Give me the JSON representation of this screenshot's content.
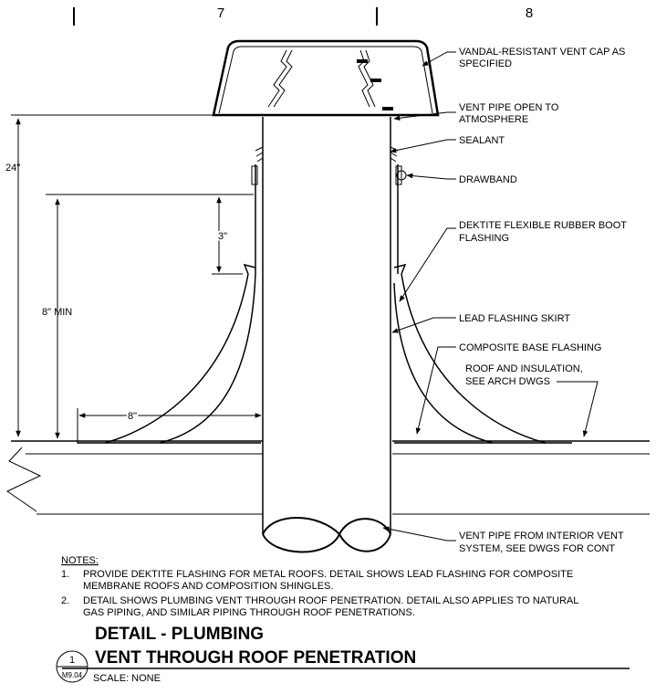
{
  "grid_markers": [
    "7",
    "8"
  ],
  "labels": {
    "vent_cap": [
      "VANDAL-RESISTANT VENT CAP AS",
      "SPECIFIED"
    ],
    "vent_pipe_open": [
      "VENT PIPE OPEN TO",
      "ATMOSPHERE"
    ],
    "sealant": [
      "SEALANT"
    ],
    "drawband": [
      "DRAWBAND"
    ],
    "rubber_boot": [
      "DEKTITE FLEXIBLE RUBBER BOOT",
      "FLASHING"
    ],
    "lead_skirt": [
      "LEAD FLASHING SKIRT"
    ],
    "base_flashing": [
      "COMPOSITE BASE FLASHING"
    ],
    "roof_insulation": [
      "ROOF AND INSULATION,",
      "SEE ARCH DWGS"
    ],
    "vent_from_interior": [
      "VENT PIPE FROM INTERIOR VENT",
      "SYSTEM, SEE DWGS FOR CONT"
    ]
  },
  "dimensions": {
    "overall": "24\"",
    "min_height": "8\" MIN",
    "band": "3\"",
    "skirt_width": "8\""
  },
  "notes": {
    "heading": "NOTES:",
    "items": [
      {
        "num": "1.",
        "lines": [
          "PROVIDE DEKTITE FLASHING FOR METAL ROOFS. DETAIL SHOWS LEAD FLASHING FOR COMPOSITE",
          "MEMBRANE ROOFS AND COMPOSITION SHINGLES."
        ]
      },
      {
        "num": "2.",
        "lines": [
          "DETAIL SHOWS PLUMBING VENT THROUGH ROOF PENETRATION. DETAIL ALSO APPLIES TO NATURAL",
          "GAS PIPING, AND SIMILAR PIPING THROUGH ROOF PENETRATIONS."
        ]
      }
    ]
  },
  "title_block": {
    "line1": "DETAIL - PLUMBING",
    "line2": "VENT THROUGH ROOF PENETRATION",
    "detail_number": "1",
    "sheet": "M9.04",
    "scale": "SCALE: NONE"
  }
}
